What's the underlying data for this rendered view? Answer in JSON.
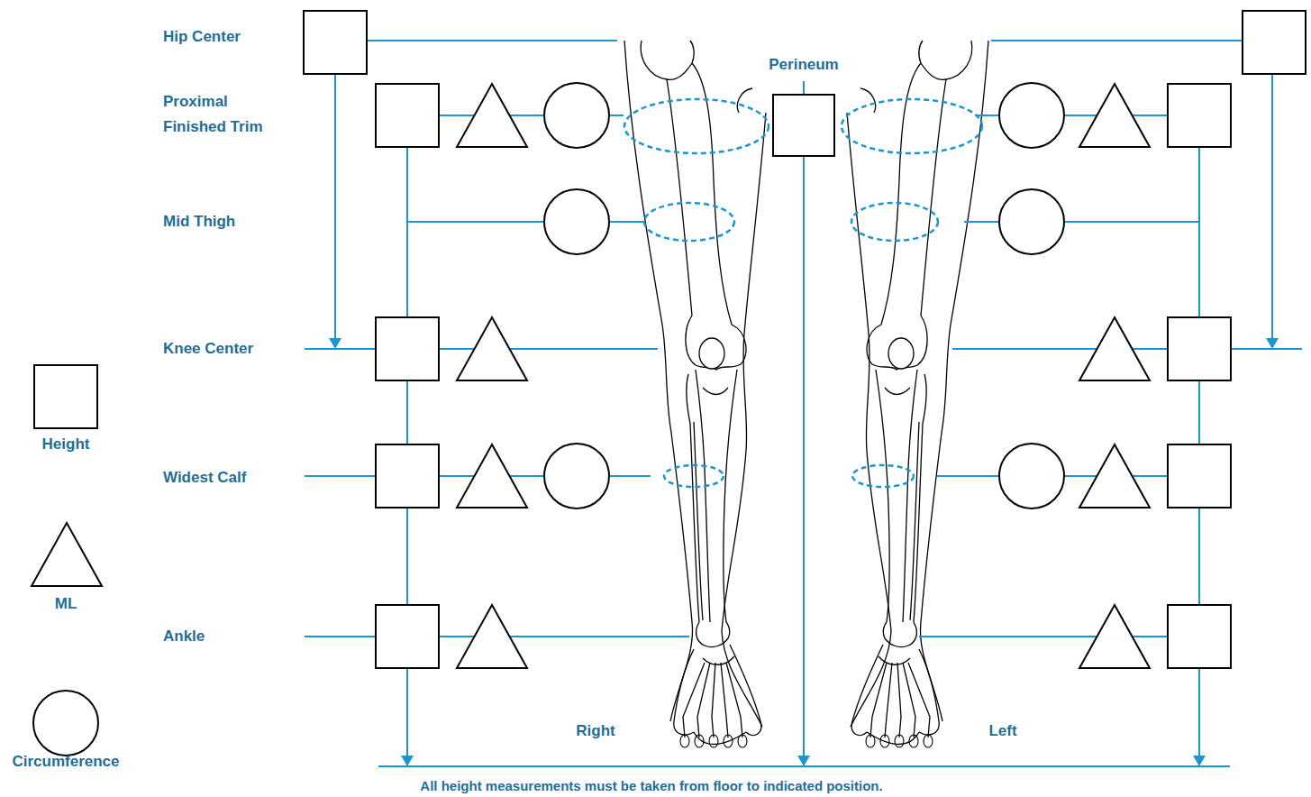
{
  "diagram": {
    "nodes": [
      {
        "text": [
          "Perineum"
        ]
      }
    ],
    "labels": [
      "Hip Center",
      "Proximal Finished Trim",
      "Mid Thigh",
      "Knee Center",
      "Widest Calf",
      "Ankle",
      "Right",
      "Left",
      "All height measurements must be taken from floor to indicated position."
    ],
    "legend": [
      {
        "text": "Height"
      },
      {
        "text": "ML"
      },
      {
        "text": "Circumference"
      }
    ]
  }
}
